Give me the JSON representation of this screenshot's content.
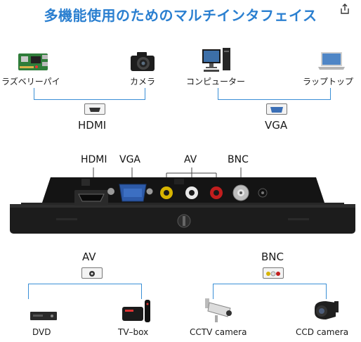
{
  "title": "多機能使用のためのマルチインタフェイス",
  "top_left": {
    "devices": [
      "ラズベリーパイ",
      "カメラ"
    ],
    "port": "HDMI"
  },
  "top_right": {
    "devices": [
      "コンピューター",
      "ラップトップ"
    ],
    "port": "VGA"
  },
  "monitor_ports": [
    "HDMI",
    "VGA",
    "AV",
    "BNC"
  ],
  "bottom_left": {
    "port": "AV",
    "devices": [
      "DVD",
      "TV–box"
    ]
  },
  "bottom_right": {
    "port": "BNC",
    "devices": [
      "CCTV camera",
      "CCD camera"
    ]
  },
  "colors": {
    "accent": "#2a7fd0",
    "line": "#3a8fd6"
  }
}
